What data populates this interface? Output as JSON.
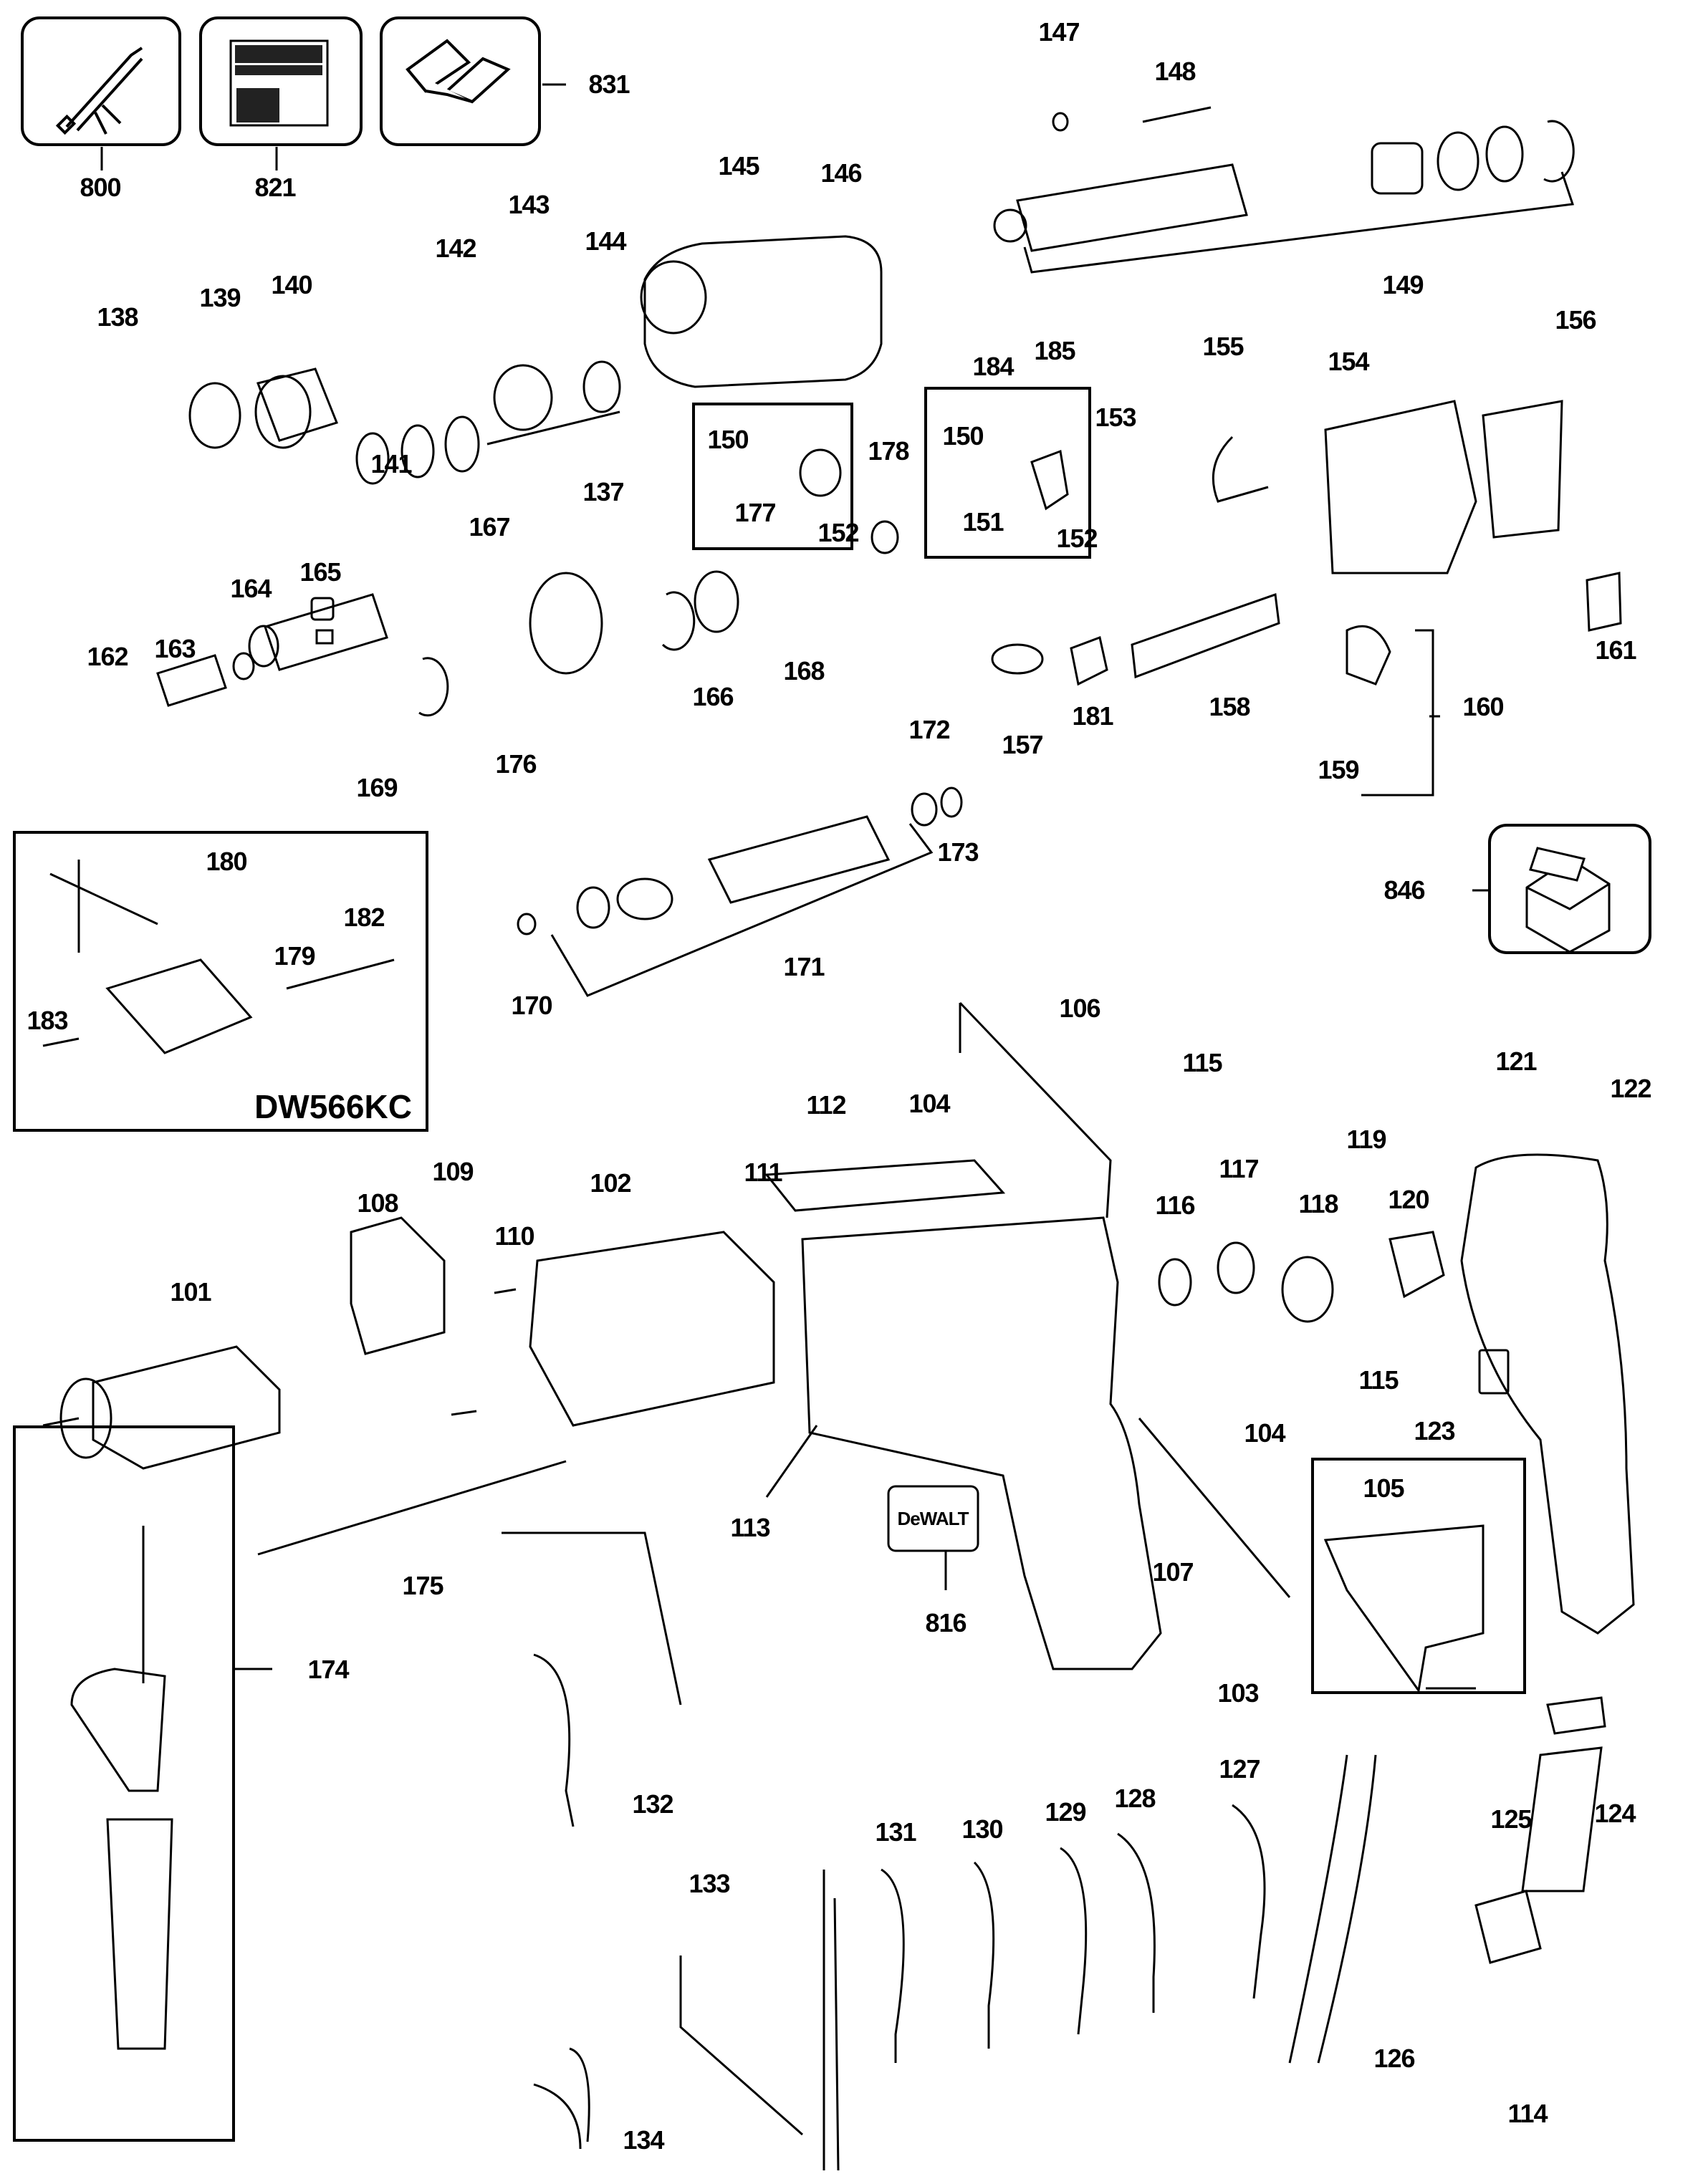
{
  "diagram": {
    "title": "DeWALT hammer drill exploded parts diagram",
    "brand_badge": "DeWALT",
    "model_box_label": "DW566KC",
    "accessory_icons": [
      {
        "part": "800",
        "icon": "grease-gun-icon"
      },
      {
        "part": "821",
        "icon": "label-sheet-icon"
      },
      {
        "part": "831",
        "icon": "manual-book-icon"
      },
      {
        "part": "846",
        "icon": "packaging-box-icon"
      }
    ],
    "parts": [
      {
        "id": "800",
        "label": "800"
      },
      {
        "id": "821",
        "label": "821"
      },
      {
        "id": "831",
        "label": "831"
      },
      {
        "id": "145",
        "label": "145"
      },
      {
        "id": "146",
        "label": "146"
      },
      {
        "id": "147",
        "label": "147"
      },
      {
        "id": "148",
        "label": "148"
      },
      {
        "id": "149",
        "label": "149"
      },
      {
        "id": "138",
        "label": "138"
      },
      {
        "id": "139",
        "label": "139"
      },
      {
        "id": "140",
        "label": "140"
      },
      {
        "id": "141",
        "label": "141"
      },
      {
        "id": "142",
        "label": "142"
      },
      {
        "id": "143",
        "label": "143"
      },
      {
        "id": "144",
        "label": "144"
      },
      {
        "id": "137",
        "label": "137"
      },
      {
        "id": "184",
        "label": "184"
      },
      {
        "id": "185",
        "label": "185"
      },
      {
        "id": "150a",
        "label": "150"
      },
      {
        "id": "177",
        "label": "177"
      },
      {
        "id": "152a",
        "label": "152"
      },
      {
        "id": "178",
        "label": "178"
      },
      {
        "id": "150b",
        "label": "150"
      },
      {
        "id": "151",
        "label": "151"
      },
      {
        "id": "152b",
        "label": "152"
      },
      {
        "id": "153",
        "label": "153"
      },
      {
        "id": "155",
        "label": "155"
      },
      {
        "id": "154",
        "label": "154"
      },
      {
        "id": "156",
        "label": "156"
      },
      {
        "id": "161",
        "label": "161"
      },
      {
        "id": "167",
        "label": "167"
      },
      {
        "id": "168",
        "label": "168"
      },
      {
        "id": "166",
        "label": "166"
      },
      {
        "id": "165",
        "label": "165"
      },
      {
        "id": "164",
        "label": "164"
      },
      {
        "id": "162",
        "label": "162"
      },
      {
        "id": "163",
        "label": "163"
      },
      {
        "id": "169",
        "label": "169"
      },
      {
        "id": "176",
        "label": "176"
      },
      {
        "id": "157",
        "label": "157"
      },
      {
        "id": "181",
        "label": "181"
      },
      {
        "id": "158",
        "label": "158"
      },
      {
        "id": "160",
        "label": "160"
      },
      {
        "id": "159",
        "label": "159"
      },
      {
        "id": "172",
        "label": "172"
      },
      {
        "id": "173",
        "label": "173"
      },
      {
        "id": "171",
        "label": "171"
      },
      {
        "id": "170",
        "label": "170"
      },
      {
        "id": "846",
        "label": "846"
      },
      {
        "id": "180",
        "label": "180"
      },
      {
        "id": "182",
        "label": "182"
      },
      {
        "id": "179",
        "label": "179"
      },
      {
        "id": "183",
        "label": "183"
      },
      {
        "id": "106",
        "label": "106"
      },
      {
        "id": "104a",
        "label": "104"
      },
      {
        "id": "111",
        "label": "111"
      },
      {
        "id": "112",
        "label": "112"
      },
      {
        "id": "115a",
        "label": "115"
      },
      {
        "id": "121",
        "label": "121"
      },
      {
        "id": "122",
        "label": "122"
      },
      {
        "id": "116",
        "label": "116"
      },
      {
        "id": "117",
        "label": "117"
      },
      {
        "id": "118",
        "label": "118"
      },
      {
        "id": "119",
        "label": "119"
      },
      {
        "id": "120",
        "label": "120"
      },
      {
        "id": "109",
        "label": "109"
      },
      {
        "id": "108",
        "label": "108"
      },
      {
        "id": "102",
        "label": "102"
      },
      {
        "id": "110",
        "label": "110"
      },
      {
        "id": "101",
        "label": "101"
      },
      {
        "id": "115b",
        "label": "115"
      },
      {
        "id": "123",
        "label": "123"
      },
      {
        "id": "104b",
        "label": "104"
      },
      {
        "id": "105",
        "label": "105"
      },
      {
        "id": "113",
        "label": "113"
      },
      {
        "id": "107",
        "label": "107"
      },
      {
        "id": "816",
        "label": "816"
      },
      {
        "id": "175",
        "label": "175"
      },
      {
        "id": "174",
        "label": "174"
      },
      {
        "id": "103",
        "label": "103"
      },
      {
        "id": "124",
        "label": "124"
      },
      {
        "id": "132",
        "label": "132"
      },
      {
        "id": "127",
        "label": "127"
      },
      {
        "id": "128",
        "label": "128"
      },
      {
        "id": "129",
        "label": "129"
      },
      {
        "id": "130",
        "label": "130"
      },
      {
        "id": "131",
        "label": "131"
      },
      {
        "id": "125",
        "label": "125"
      },
      {
        "id": "133",
        "label": "133"
      },
      {
        "id": "126",
        "label": "126"
      },
      {
        "id": "114",
        "label": "114"
      },
      {
        "id": "134",
        "label": "134"
      }
    ]
  }
}
